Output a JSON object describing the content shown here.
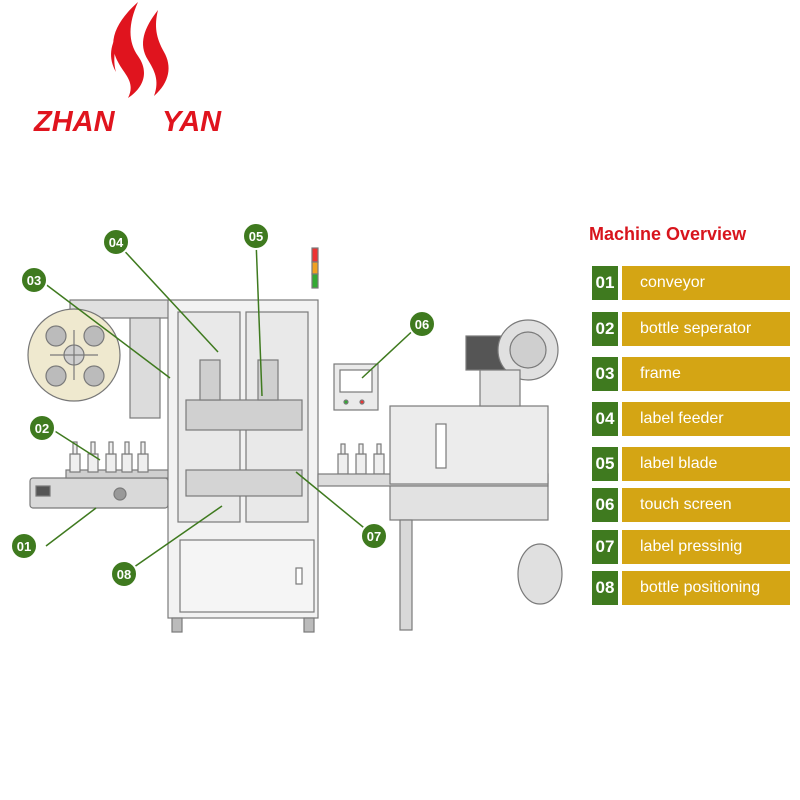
{
  "brand": {
    "left": "ZHAN",
    "right": "YAN",
    "color": "#e0141e"
  },
  "panel": {
    "title": "Machine Overview",
    "title_color": "#d8151d"
  },
  "colors": {
    "badge_green": "#3f7a1f",
    "badge_border": "#ffffff",
    "label_gold": "#d4a514",
    "machine_line": "#7a7a7a",
    "machine_fill": "#e6e6e6"
  },
  "legend": [
    {
      "num": "01",
      "label": "conveyor"
    },
    {
      "num": "02",
      "label": "bottle seperator"
    },
    {
      "num": "03",
      "label": "frame"
    },
    {
      "num": "04",
      "label": "label feeder"
    },
    {
      "num": "05",
      "label": "label blade"
    },
    {
      "num": "06",
      "label": "touch screen"
    },
    {
      "num": "07",
      "label": "label pressinig"
    },
    {
      "num": "08",
      "label": "bottle positioning"
    }
  ],
  "callouts": [
    {
      "num": "01"
    },
    {
      "num": "02"
    },
    {
      "num": "03"
    },
    {
      "num": "04"
    },
    {
      "num": "05"
    },
    {
      "num": "06"
    },
    {
      "num": "07"
    },
    {
      "num": "08"
    }
  ]
}
